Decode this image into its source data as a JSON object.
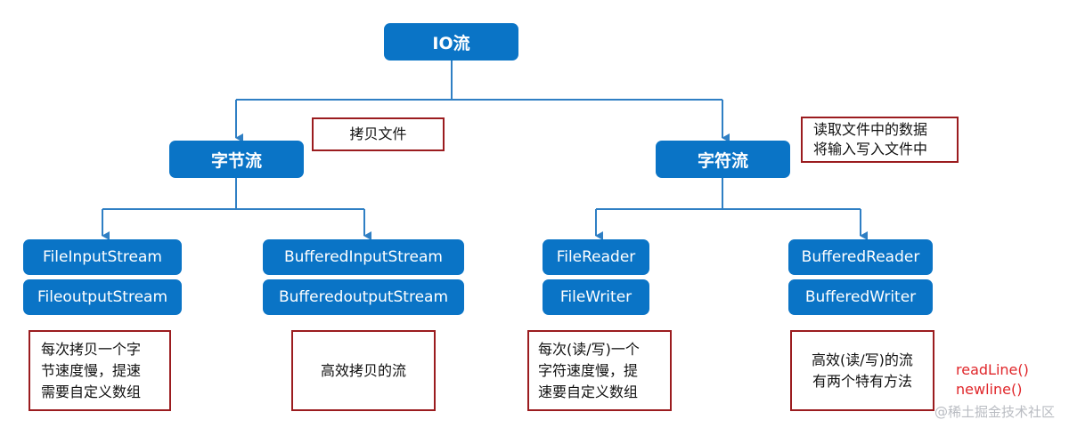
{
  "root": "IO流",
  "byte_stream": {
    "label": "字节流",
    "note": "拷贝文件",
    "file_group": [
      "FileInputStream",
      "FileoutputStream"
    ],
    "file_note": [
      "每次拷贝一个字",
      "节速度慢，提速",
      "需要自定义数组"
    ],
    "buffered_group": [
      "BufferedInputStream",
      "BufferedoutputStream"
    ],
    "buffered_note": [
      "高效拷贝的流"
    ]
  },
  "char_stream": {
    "label": "字符流",
    "note": [
      "读取文件中的数据",
      "将输入写入文件中"
    ],
    "file_group": [
      "FileReader",
      "FileWriter"
    ],
    "file_note": [
      "每次(读/写)一个",
      "字符速度慢，提",
      "速要自定义数组"
    ],
    "buffered_group": [
      "BufferedReader",
      "BufferedWriter"
    ],
    "buffered_note": [
      "高效(读/写)的流",
      "有两个特有方法"
    ],
    "methods": [
      "readLine()",
      "newline()"
    ]
  },
  "watermark": "@稀土掘金技术社区",
  "colors": {
    "node": "#0a74c6",
    "note_border": "#9b1c1f",
    "method_text": "#e0262a",
    "connector": "#2f7fc4"
  }
}
